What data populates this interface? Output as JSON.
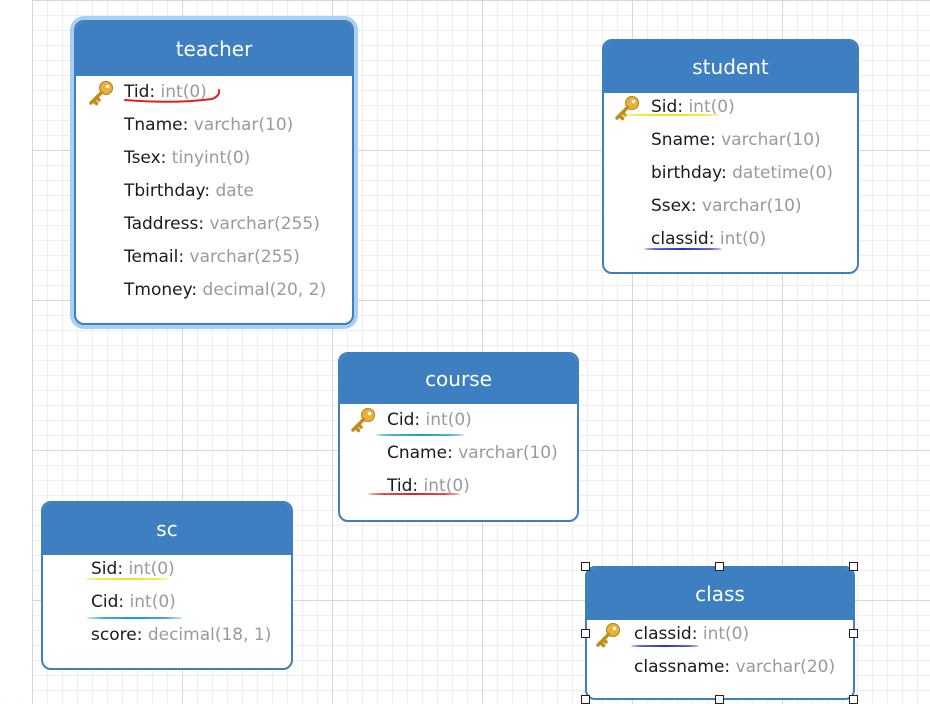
{
  "colors": {
    "header": "#3d7fc0",
    "type_text": "#9a9a9a",
    "key_icon": "#e8b23a",
    "underline_red": "#e02020",
    "underline_yellow": "#f2e21a",
    "underline_blue": "#1d9bd6",
    "underline_navy": "#2a35c8"
  },
  "tables": {
    "teacher": {
      "title": "teacher",
      "fields": [
        {
          "name": "Tid",
          "type": "int(0)",
          "key": true,
          "underline": "red"
        },
        {
          "name": "Tname",
          "type": "varchar(10)"
        },
        {
          "name": "Tsex",
          "type": "tinyint(0)"
        },
        {
          "name": "Tbirthday",
          "type": "date"
        },
        {
          "name": "Taddress",
          "type": "varchar(255)"
        },
        {
          "name": "Temail",
          "type": "varchar(255)"
        },
        {
          "name": "Tmoney",
          "type": "decimal(20, 2)"
        }
      ]
    },
    "student": {
      "title": "student",
      "fields": [
        {
          "name": "Sid",
          "type": "int(0)",
          "key": true,
          "underline": "yellow"
        },
        {
          "name": "Sname",
          "type": "varchar(10)"
        },
        {
          "name": "birthday",
          "type": "datetime(0)"
        },
        {
          "name": "Ssex",
          "type": "varchar(10)"
        },
        {
          "name": "classid",
          "type": "int(0)",
          "underline": "navy"
        }
      ]
    },
    "course": {
      "title": "course",
      "fields": [
        {
          "name": "Cid",
          "type": "int(0)",
          "key": true,
          "underline": "blue"
        },
        {
          "name": "Cname",
          "type": "varchar(10)"
        },
        {
          "name": "Tid",
          "type": "int(0)",
          "underline": "red"
        }
      ]
    },
    "sc": {
      "title": "sc",
      "fields": [
        {
          "name": "Sid",
          "type": "int(0)",
          "underline": "yellow"
        },
        {
          "name": "Cid",
          "type": "int(0)",
          "underline": "blue"
        },
        {
          "name": "score",
          "type": "decimal(18, 1)"
        }
      ]
    },
    "class": {
      "title": "class",
      "fields": [
        {
          "name": "classid",
          "type": "int(0)",
          "key": true,
          "underline": "navy"
        },
        {
          "name": "classname",
          "type": "varchar(20)"
        }
      ]
    }
  }
}
